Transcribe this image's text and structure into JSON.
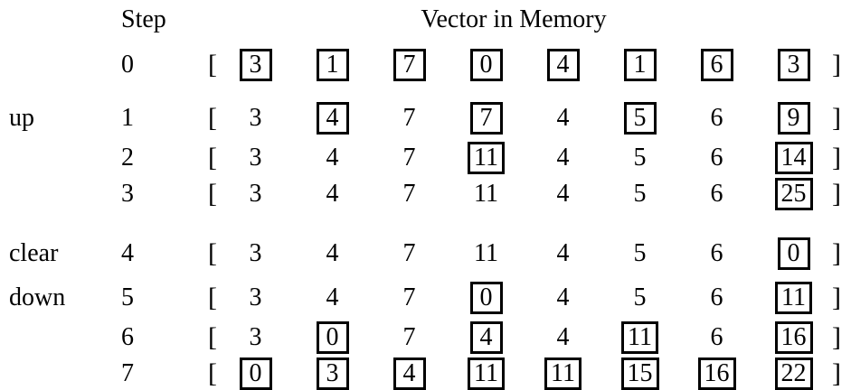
{
  "header": {
    "step_label": "Step",
    "vector_label": "Vector in Memory"
  },
  "brackets": {
    "open": "[",
    "close": "]"
  },
  "colors": {
    "text": "#000000",
    "background": "#ffffff",
    "box_border": "#000000"
  },
  "rows": [
    {
      "phase": "",
      "step": "0",
      "cells": [
        {
          "value": "3",
          "boxed": true
        },
        {
          "value": "1",
          "boxed": true
        },
        {
          "value": "7",
          "boxed": true
        },
        {
          "value": "0",
          "boxed": true
        },
        {
          "value": "4",
          "boxed": true
        },
        {
          "value": "1",
          "boxed": true
        },
        {
          "value": "6",
          "boxed": true
        },
        {
          "value": "3",
          "boxed": true
        }
      ]
    },
    {
      "phase": "up",
      "step": "1",
      "cells": [
        {
          "value": "3",
          "boxed": false
        },
        {
          "value": "4",
          "boxed": true
        },
        {
          "value": "7",
          "boxed": false
        },
        {
          "value": "7",
          "boxed": true
        },
        {
          "value": "4",
          "boxed": false
        },
        {
          "value": "5",
          "boxed": true
        },
        {
          "value": "6",
          "boxed": false
        },
        {
          "value": "9",
          "boxed": true
        }
      ]
    },
    {
      "phase": "",
      "step": "2",
      "cells": [
        {
          "value": "3",
          "boxed": false
        },
        {
          "value": "4",
          "boxed": false
        },
        {
          "value": "7",
          "boxed": false
        },
        {
          "value": "11",
          "boxed": true
        },
        {
          "value": "4",
          "boxed": false
        },
        {
          "value": "5",
          "boxed": false
        },
        {
          "value": "6",
          "boxed": false
        },
        {
          "value": "14",
          "boxed": true
        }
      ]
    },
    {
      "phase": "",
      "step": "3",
      "cells": [
        {
          "value": "3",
          "boxed": false
        },
        {
          "value": "4",
          "boxed": false
        },
        {
          "value": "7",
          "boxed": false
        },
        {
          "value": "11",
          "boxed": false
        },
        {
          "value": "4",
          "boxed": false
        },
        {
          "value": "5",
          "boxed": false
        },
        {
          "value": "6",
          "boxed": false
        },
        {
          "value": "25",
          "boxed": true
        }
      ]
    },
    {
      "phase": "clear",
      "step": "4",
      "cells": [
        {
          "value": "3",
          "boxed": false
        },
        {
          "value": "4",
          "boxed": false
        },
        {
          "value": "7",
          "boxed": false
        },
        {
          "value": "11",
          "boxed": false
        },
        {
          "value": "4",
          "boxed": false
        },
        {
          "value": "5",
          "boxed": false
        },
        {
          "value": "6",
          "boxed": false
        },
        {
          "value": "0",
          "boxed": true
        }
      ]
    },
    {
      "phase": "down",
      "step": "5",
      "cells": [
        {
          "value": "3",
          "boxed": false
        },
        {
          "value": "4",
          "boxed": false
        },
        {
          "value": "7",
          "boxed": false
        },
        {
          "value": "0",
          "boxed": true
        },
        {
          "value": "4",
          "boxed": false
        },
        {
          "value": "5",
          "boxed": false
        },
        {
          "value": "6",
          "boxed": false
        },
        {
          "value": "11",
          "boxed": true
        }
      ]
    },
    {
      "phase": "",
      "step": "6",
      "cells": [
        {
          "value": "3",
          "boxed": false
        },
        {
          "value": "0",
          "boxed": true
        },
        {
          "value": "7",
          "boxed": false
        },
        {
          "value": "4",
          "boxed": true
        },
        {
          "value": "4",
          "boxed": false
        },
        {
          "value": "11",
          "boxed": true
        },
        {
          "value": "6",
          "boxed": false
        },
        {
          "value": "16",
          "boxed": true
        }
      ]
    },
    {
      "phase": "",
      "step": "7",
      "cells": [
        {
          "value": "0",
          "boxed": true
        },
        {
          "value": "3",
          "boxed": true
        },
        {
          "value": "4",
          "boxed": true
        },
        {
          "value": "11",
          "boxed": true
        },
        {
          "value": "11",
          "boxed": true
        },
        {
          "value": "15",
          "boxed": true
        },
        {
          "value": "16",
          "boxed": true
        },
        {
          "value": "22",
          "boxed": true
        }
      ]
    }
  ]
}
